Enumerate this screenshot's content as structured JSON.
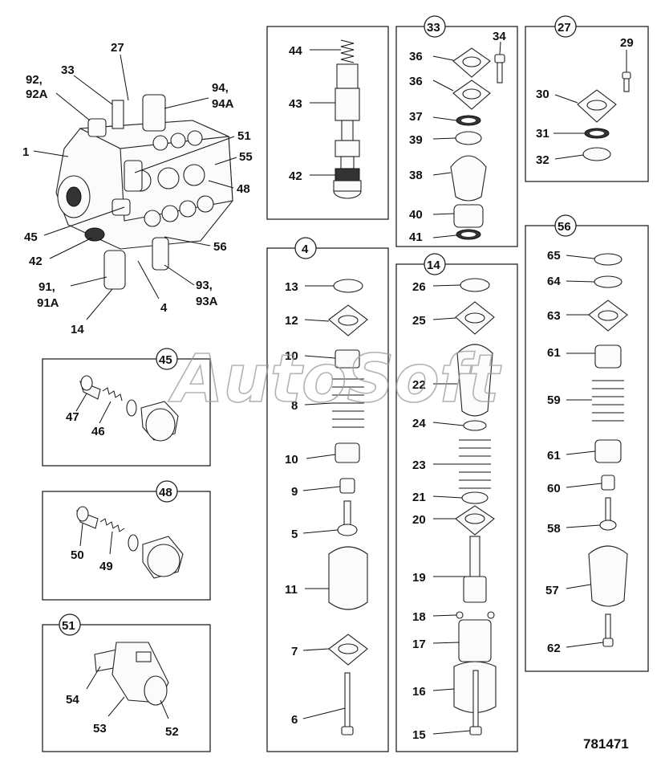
{
  "watermark": "AutoSoft",
  "reference_number": "781471",
  "callouts": {
    "c1": "1",
    "c92": "92,",
    "c92a": "92A",
    "c33": "33",
    "c27": "27",
    "c94": "94,",
    "c94a": "94A",
    "c51": "51",
    "c55": "55",
    "c48": "48",
    "c45": "45",
    "c42": "42",
    "c56": "56",
    "c91": "91,",
    "c91a": "91A",
    "c93": "93,",
    "c93a": "93A",
    "c4": "4",
    "c14": "14",
    "p47": "47",
    "p46": "46",
    "p50": "50",
    "p49": "49",
    "p54": "54",
    "p53": "53",
    "p52": "52",
    "p44": "44",
    "p43": "43",
    "p42": "42",
    "p13": "13",
    "p12": "12",
    "p10a": "10",
    "p8": "8",
    "p10b": "10",
    "p9": "9",
    "p5": "5",
    "p11": "11",
    "p7": "7",
    "p6": "6",
    "p34": "34",
    "p36a": "36",
    "p36b": "36",
    "p37": "37",
    "p39": "39",
    "p38": "38",
    "p40": "40",
    "p41": "41",
    "p26": "26",
    "p25": "25",
    "p22": "22",
    "p24": "24",
    "p23": "23",
    "p21": "21",
    "p20": "20",
    "p19": "19",
    "p18": "18",
    "p17": "17",
    "p16": "16",
    "p15": "15",
    "p29": "29",
    "p30": "30",
    "p31": "31",
    "p32": "32",
    "p65": "65",
    "p64": "64",
    "p63": "63",
    "p61a": "61",
    "p59": "59",
    "p61b": "61",
    "p60": "60",
    "p58": "58",
    "p57": "57",
    "p62": "62"
  },
  "box_titles": {
    "b45": "45",
    "b48": "48",
    "b51": "51",
    "b4": "4",
    "b33": "33",
    "b27": "27",
    "b14": "14",
    "b56": "56"
  }
}
